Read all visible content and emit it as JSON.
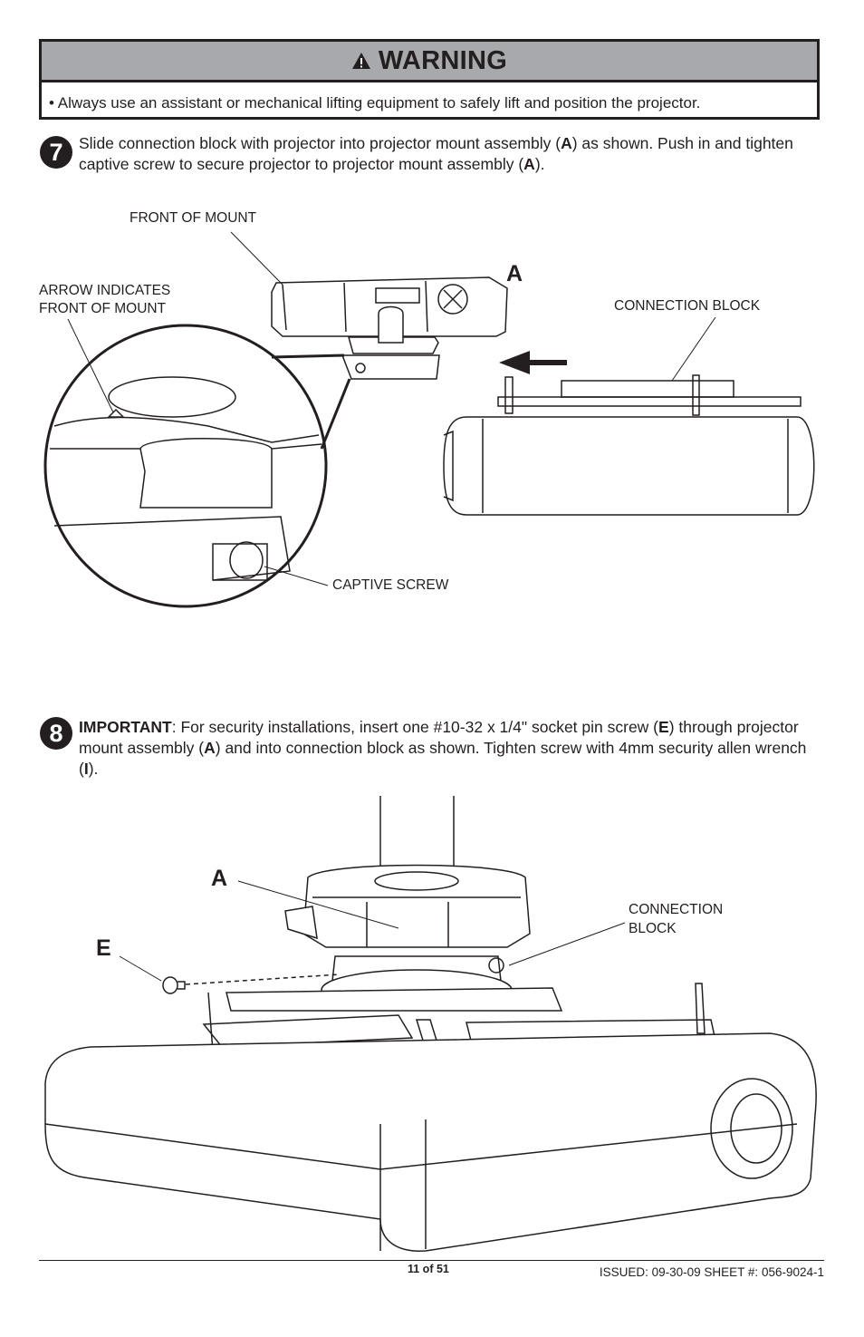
{
  "warning": {
    "title": "WARNING",
    "bullet": "•  Always use an assistant or mechanical lifting equipment to safely lift and position the projector."
  },
  "step7": {
    "number": "7",
    "text_parts": [
      "Slide connection block with projector into projector mount assembly (",
      "A",
      ") as shown.  Push in and tighten captive screw to secure projector to projector mount assembly (",
      "A",
      ")."
    ],
    "labels": {
      "front_of_mount": "FRONT OF MOUNT",
      "arrow_indicates_1": "ARROW INDICATES",
      "arrow_indicates_2": "FRONT OF MOUNT",
      "connection_block": "CONNECTION BLOCK",
      "captive_screw": "CAPTIVE SCREW",
      "callout_a": "A"
    }
  },
  "step8": {
    "number": "8",
    "text_parts": [
      "IMPORTANT",
      ":  For security installations, insert one #10-32 x 1/4\" socket pin screw (",
      "E",
      ") through projector mount assembly (",
      "A",
      ") and into connection block as shown. Tighten screw with 4mm security allen wrench (",
      "I",
      ")."
    ],
    "labels": {
      "callout_a": "A",
      "callout_e": "E",
      "connection_1": "CONNECTION",
      "connection_2": "BLOCK"
    }
  },
  "footer": {
    "page": "11 of 51",
    "issued": "ISSUED: 09-30-09   SHEET #: 056-9024-1"
  }
}
